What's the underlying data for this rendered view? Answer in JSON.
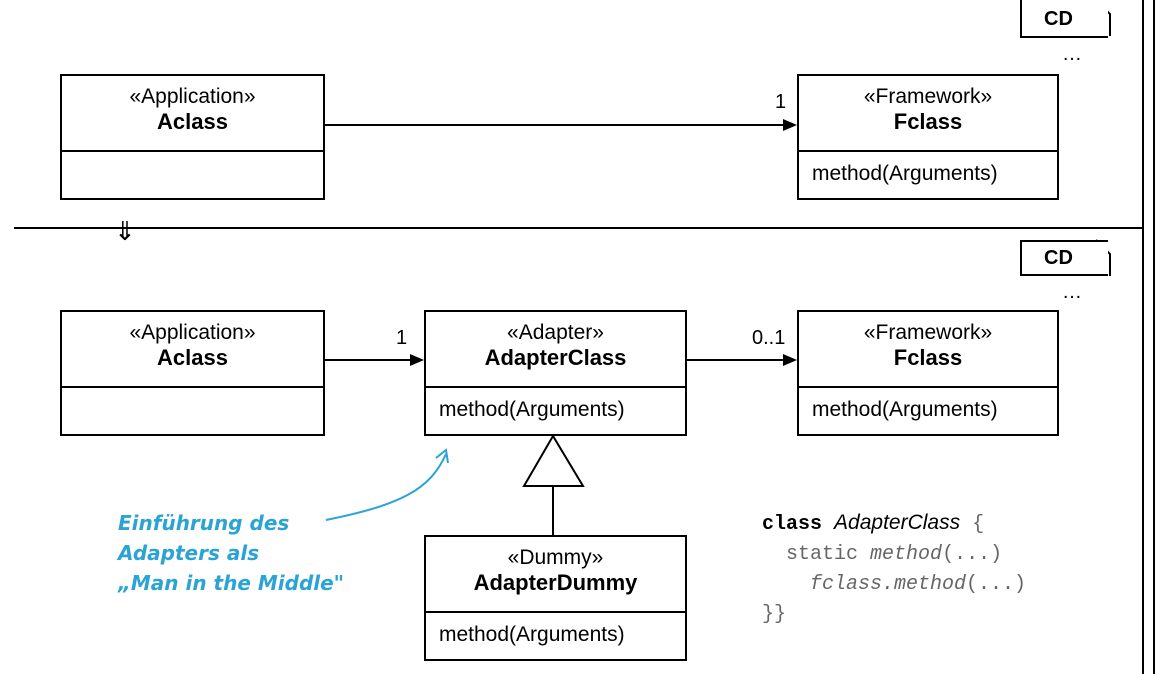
{
  "top_diagram": {
    "tag": "CD",
    "ellipsis": "…",
    "aclass": {
      "stereotype": "«Application»",
      "name": "Aclass"
    },
    "fclass": {
      "stereotype": "«Framework»",
      "name": "Fclass",
      "method": "method(Arguments)"
    },
    "assoc_multiplicity": "1"
  },
  "transform_arrow": "⇓",
  "bottom_diagram": {
    "tag": "CD",
    "ellipsis": "…",
    "aclass": {
      "stereotype": "«Application»",
      "name": "Aclass"
    },
    "adapter": {
      "stereotype": "«Adapter»",
      "name": "AdapterClass",
      "method": "method(Arguments)"
    },
    "fclass": {
      "stereotype": "«Framework»",
      "name": "Fclass",
      "method": "method(Arguments)"
    },
    "dummy": {
      "stereotype": "«Dummy»",
      "name": "AdapterDummy",
      "method": "method(Arguments)"
    },
    "mult_a_to_adapter": "1",
    "mult_adapter_to_f": "0..1"
  },
  "note": {
    "line1": "Einführung des",
    "line2": "Adapters als",
    "line3": "„Man in the Middle\""
  },
  "code": {
    "kw_class": "class",
    "class_name": "AdapterClass",
    "open_brace": " {",
    "kw_static": "static",
    "method_name": "method",
    "args": "(...)",
    "call_obj": "fclass.method",
    "call_args": "(...)",
    "close": "}}"
  },
  "colors": {
    "note": "#2ba3d4",
    "code": "#666666",
    "lines": "#000000"
  }
}
